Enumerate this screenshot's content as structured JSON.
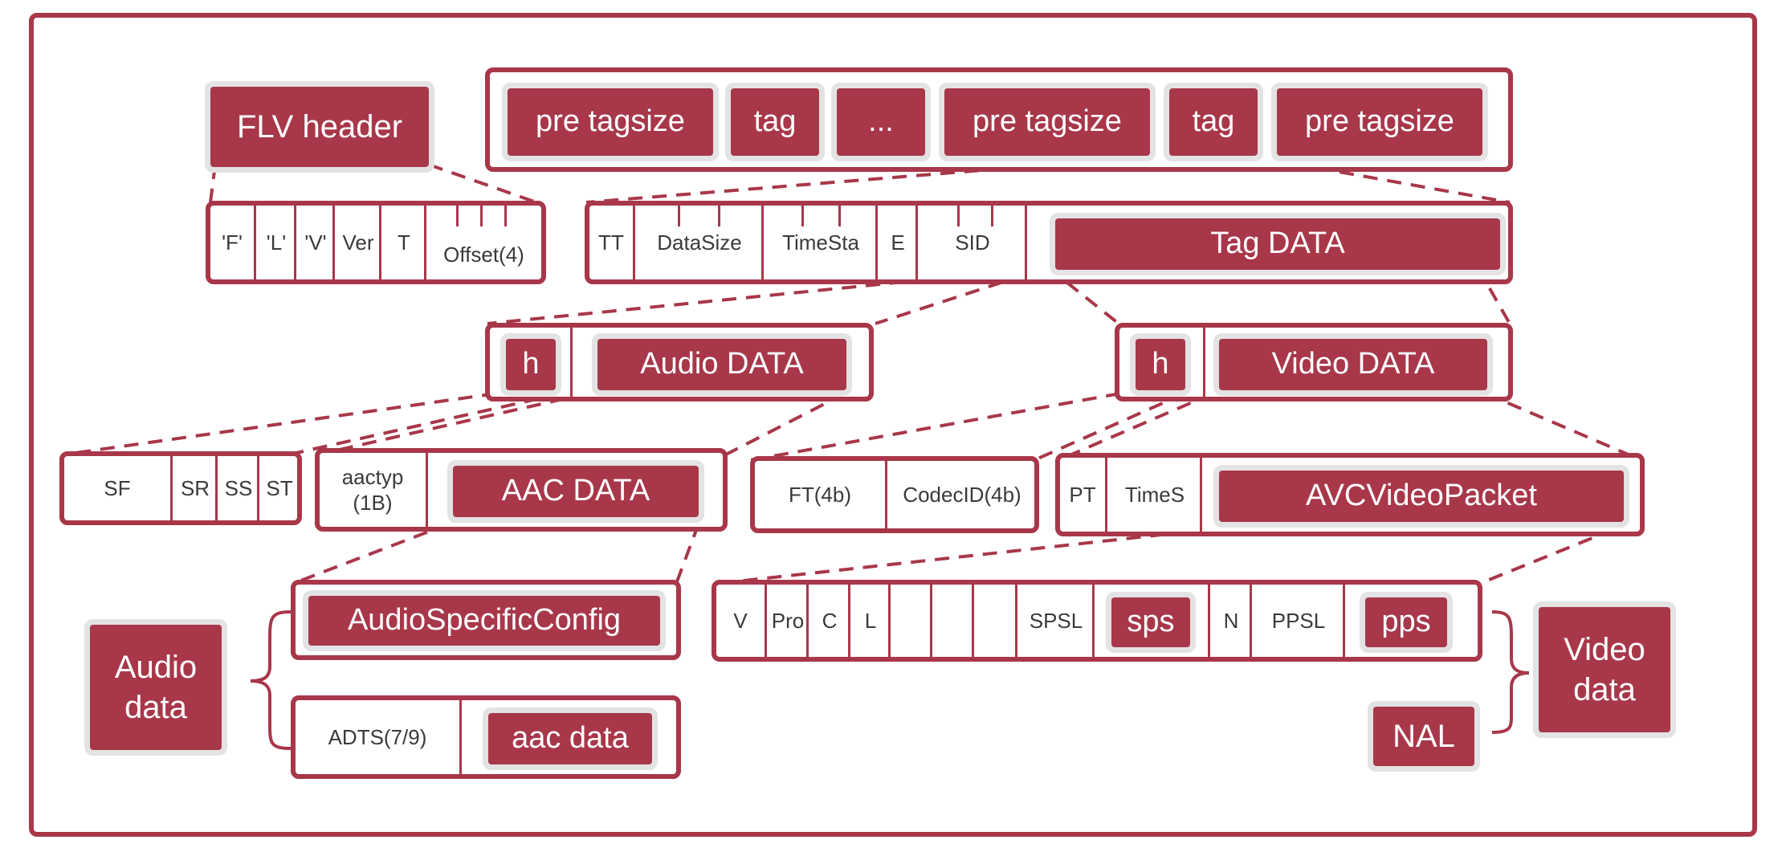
{
  "colors": {
    "accent": "#a8374a",
    "pill_halo": "#e3e3e3",
    "text": "#3a3a3a"
  },
  "flv_header": {
    "title": "FLV header",
    "fields": [
      "'F'",
      "'L'",
      "'V'",
      "Ver",
      "T",
      "Offset(4)"
    ]
  },
  "stream": {
    "items": [
      "pre tagsize",
      "tag",
      "...",
      "pre tagsize",
      "tag",
      "pre tagsize"
    ]
  },
  "tag": {
    "fields": [
      "TT",
      "DataSize",
      "TimeSta",
      "E",
      "SID"
    ],
    "data_label": "Tag DATA"
  },
  "audio_tag": {
    "header": "h",
    "data_label": "Audio DATA"
  },
  "video_tag": {
    "header": "h",
    "data_label": "Video DATA"
  },
  "audio_header": {
    "fields": [
      "SF",
      "SR",
      "SS",
      "ST"
    ]
  },
  "aac": {
    "type_label": "aactyp\n(1B)",
    "data_label": "AAC DATA"
  },
  "video_header": {
    "fields": [
      "FT(4b)",
      "CodecID(4b)"
    ]
  },
  "avc": {
    "fields": [
      "PT",
      "TimeS"
    ],
    "data_label": "AVCVideoPacket"
  },
  "audio_specific": {
    "label": "AudioSpecificConfig"
  },
  "adts": {
    "field": "ADTS(7/9)",
    "data_label": "aac data"
  },
  "audio_group": {
    "label": "Audio\ndata"
  },
  "video_group": {
    "label": "Video\ndata"
  },
  "avc_config": {
    "fields": [
      "V",
      "Pro",
      "C",
      "L",
      "",
      "",
      "",
      "SPSL"
    ],
    "sps": "sps",
    "n": "N",
    "ppsl": "PPSL",
    "pps": "pps"
  },
  "nal": {
    "label": "NAL"
  }
}
